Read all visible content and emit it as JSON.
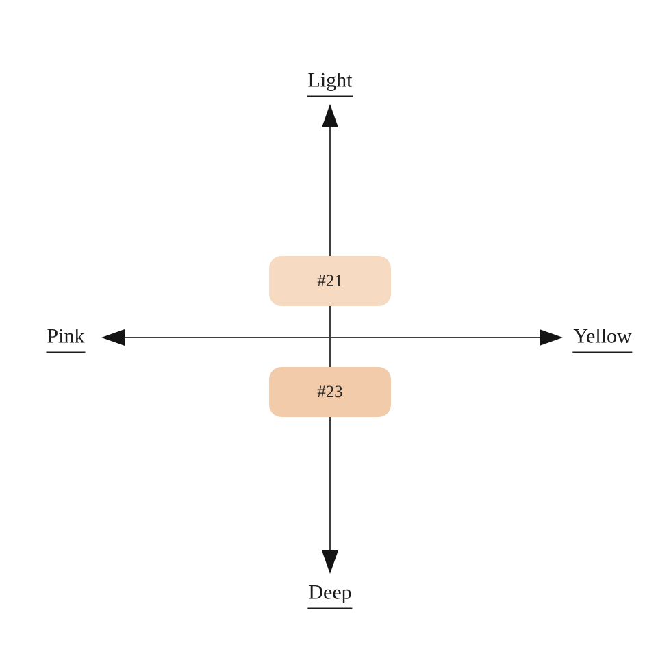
{
  "diagram": {
    "axes": {
      "top_label": "Light",
      "bottom_label": "Deep",
      "left_label": "Pink",
      "right_label": "Yellow"
    },
    "swatches": [
      {
        "label": "#21",
        "color": "#f6dac1",
        "vertical_position": "light side (above horizontal axis)",
        "horizontal_position": "neutral (centered on vertical axis)"
      },
      {
        "label": "#23",
        "color": "#f2cbaa",
        "vertical_position": "deep side (below horizontal axis)",
        "horizontal_position": "neutral (centered on vertical axis)"
      }
    ],
    "colors": {
      "background": "#ffffff",
      "axis_line": "#3f3f3f",
      "arrowhead": "#141414",
      "text": "#1c1c1c"
    }
  }
}
